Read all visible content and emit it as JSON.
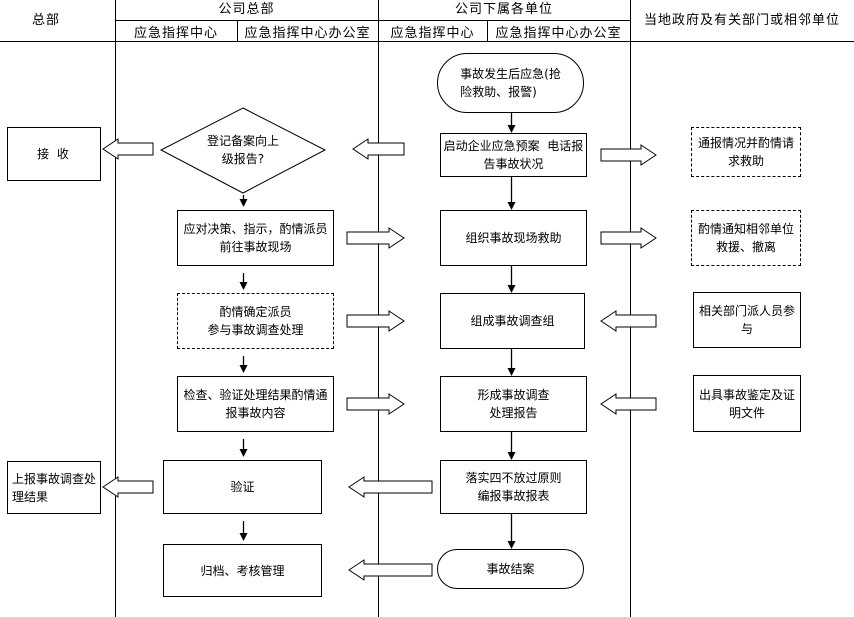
{
  "header": {
    "hq": "总部",
    "company_hq": "公司总部",
    "subsidiaries": "公司下属各单位",
    "local_government": "当地政府及有关部门或相邻单位",
    "company_hq_command_center": "应急指挥中心",
    "company_hq_command_office": "应急指挥中心办公室",
    "subsidiaries_command_center": "应急指挥中心",
    "subsidiaries_command_office": "应急指挥中心办公室"
  },
  "lanes": {
    "hq": {
      "receive": "接 收",
      "report_result": "上报事故调查处\n理结果"
    },
    "company_hq": {
      "register_decision": "登记备案向上\n级报告?",
      "decide_dispatch": "应对决策、指示，酌情派员\n前往事故现场",
      "assign_investigators": "酌情确定派员\n参与事故调查处理",
      "check_verify": "检查、验证处理结果酌情通\n报事故内容",
      "verify": "验证",
      "archive": "归档、考核管理"
    },
    "subsidiaries": {
      "incident_start": "事故发生后应急(抢\n险救助、报警)",
      "activate_plan": "启动企业应急预案  电话报\n告事故状况",
      "organize_rescue": "组织事故现场救助",
      "form_team": "组成事故调查组",
      "form_report": "形成事故调查\n处理报告",
      "implement": "落实四不放过原则\n编报事故报表",
      "case_closed": "事故结案"
    },
    "local_government": {
      "notify_request_aid": "通报情况并酌情请\n求救助",
      "notify_neighbors": "酌情通知相邻单位\n救援、撤离",
      "departments_join": "相关部门派人员参\n与",
      "issue_certificate": "出具事故鉴定及证\n明文件"
    }
  },
  "colors": {
    "ink": "#000000",
    "paper": "#ffffff"
  }
}
